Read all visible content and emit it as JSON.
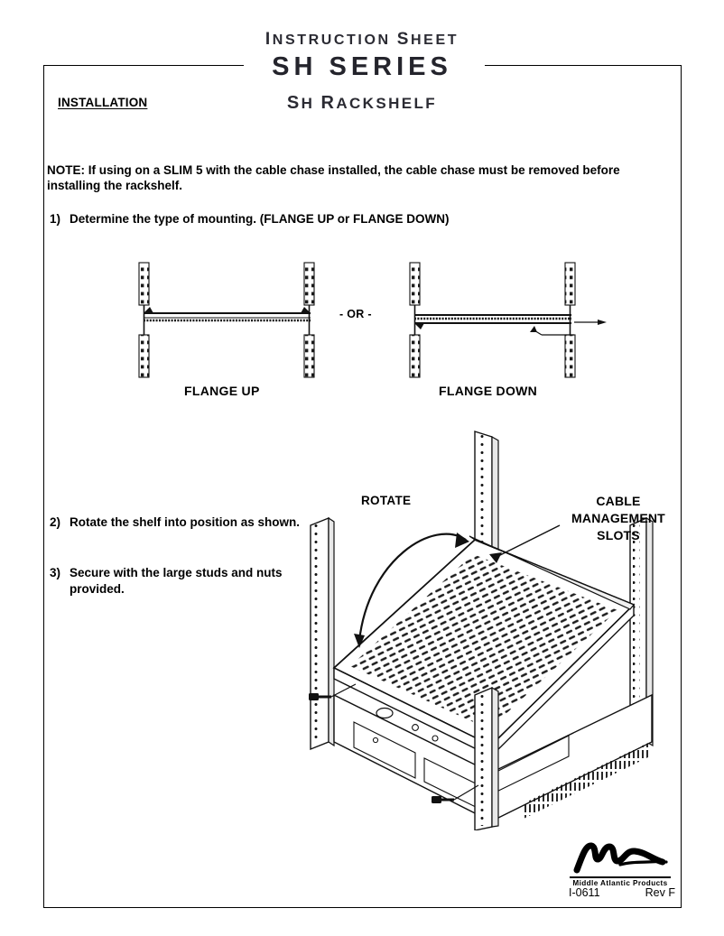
{
  "header": {
    "line1": "Instruction Sheet",
    "series": "SH SERIES",
    "subtitle": "SH Rackshelf"
  },
  "section": {
    "installation_heading": "INSTALLATION"
  },
  "note": {
    "label": "NOTE:",
    "text": "If using on a SLIM 5 with the cable chase installed, the cable chase must be removed before installing the rackshelf."
  },
  "steps": [
    {
      "number": "1)",
      "text": "Determine the type of mounting. (FLANGE UP or FLANGE DOWN)"
    },
    {
      "number": "2)",
      "text": "Rotate the shelf into position as shown."
    },
    {
      "number": "3)",
      "text": "Secure with the large studs and nuts provided."
    }
  ],
  "diagram_top": {
    "caption_left": "FLANGE UP",
    "caption_right": "FLANGE DOWN",
    "separator": "- OR -"
  },
  "diagram_main": {
    "rotate_label": "ROTATE",
    "cable_slots_label_line1": "CABLE",
    "cable_slots_label_line2": "MANAGEMENT",
    "cable_slots_label_line3": "SLOTS"
  },
  "footer": {
    "brand": "Middle Atlantic Products",
    "doc_number": "I-0611",
    "revision": "Rev F"
  }
}
